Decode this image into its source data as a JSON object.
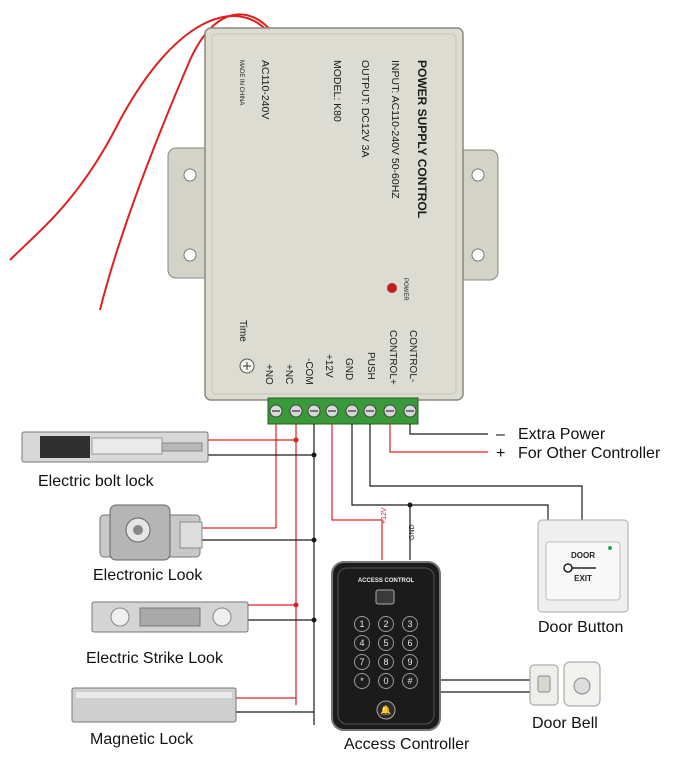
{
  "psu": {
    "title": "POWER SUPPLY CONTROL",
    "input": "INPUT: AC110-240V  50-60HZ",
    "output": "OUTPUT: DC12V  3A",
    "model": "MODEL:  K80",
    "ac_label": "AC110-240V",
    "made_in": "MADE IN CHINA",
    "power_led_label": "POWER",
    "time_label": "Time",
    "terminals": [
      "+NO",
      "+NC",
      "-COM",
      "+12V",
      "GND",
      "PUSH",
      "CONTROL+",
      "CONTROL-"
    ]
  },
  "labels": {
    "extra_power": "Extra Power",
    "extra_power_sign": "–",
    "other_controller": "For Other Controller",
    "other_controller_sign": "+",
    "electric_bolt_lock": "Electric bolt lock",
    "electronic_look": "Electronic Look",
    "electric_strike_look": "Electric Strike Look",
    "magnetic_lock": "Magnetic Lock",
    "access_controller": "Access Controller",
    "door_button": "Door Button",
    "door_bell": "Door Bell",
    "wire_plus12v": "+12V",
    "wire_gnd": "GND"
  },
  "access_controller": {
    "header": "ACCESS CONTROL",
    "keys": [
      "1",
      "2",
      "3",
      "4",
      "5",
      "6",
      "7",
      "8",
      "9",
      "*",
      "0",
      "#"
    ]
  },
  "door_button": {
    "line1": "DOOR",
    "line2": "EXIT"
  },
  "colors": {
    "psu_body": "#dcdcd2",
    "terminal_block": "#3a9a3a",
    "wire_red": "#e02020",
    "wire_black": "#1a1a1a"
  }
}
